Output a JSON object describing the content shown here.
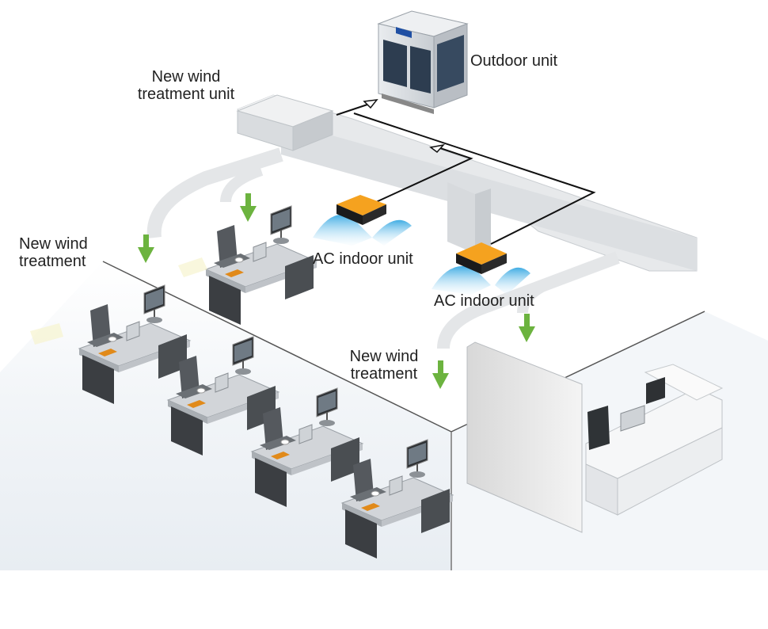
{
  "labels": {
    "outdoor_unit": "Outdoor unit",
    "new_wind_treatment_unit_line1": "New wind",
    "new_wind_treatment_unit_line2": "treatment unit",
    "new_wind_treatment_left_line1": "New wind",
    "new_wind_treatment_left_line2": "treatment",
    "ac_indoor_unit_1": "AC indoor unit",
    "ac_indoor_unit_2": "AC indoor unit",
    "new_wind_treatment_center_line1": "New wind",
    "new_wind_treatment_center_line2": "treatment"
  },
  "icons": [
    "outdoor-unit-icon",
    "fresh-air-handler-icon",
    "duct-icon",
    "ceiling-cassette-icon",
    "airflow-arrow-icon",
    "desk-icon",
    "monitor-icon",
    "office-chair-icon",
    "reception-counter-icon",
    "partition-wall-icon",
    "refrigerant-pipe-icon"
  ],
  "colors": {
    "background": "#ffffff",
    "floor": "#eef2f6",
    "duct": "#e6e8ea",
    "green_arrow": "#6cb33f",
    "cassette_orange": "#f39a1e",
    "cassette_black": "#1a1a1a",
    "air_blue": "#4fb8e8",
    "pipe": "#111111",
    "desk_top": "#c9ccd0",
    "desk_dark": "#3a3d40"
  }
}
